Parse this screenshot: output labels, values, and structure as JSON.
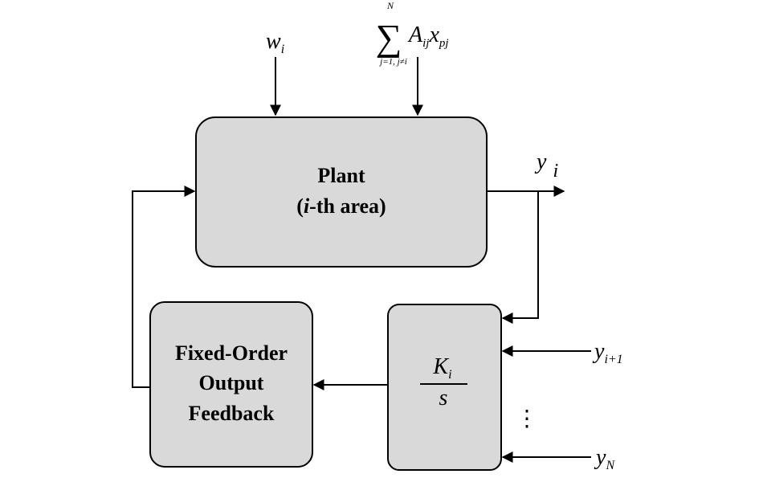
{
  "blocks": {
    "plant": {
      "line1": "Plant",
      "line2_italic": "i",
      "line2_rest": "-th area)",
      "line2_open": "("
    },
    "feedback": {
      "line1": "Fixed-Order",
      "line2": "Output",
      "line3": "Feedback"
    },
    "integrator": {
      "numerator": "K",
      "numerator_sub": "i",
      "denominator": "s"
    }
  },
  "signals": {
    "disturbance": {
      "symbol": "w",
      "sub": "i"
    },
    "coupling": {
      "sum_symbol": "∑",
      "upper_limit": "N",
      "lower_limit": "j=1, j≠i",
      "term_a": "A",
      "term_a_sub": "ij",
      "term_x": "x",
      "term_x_sub": "pj"
    },
    "output": {
      "symbol": "y",
      "sub": "i"
    },
    "neighbor_next": {
      "symbol": "y",
      "sub": "i+1"
    },
    "neighbor_last": {
      "symbol": "y",
      "sub": "N"
    },
    "ellipsis": "⋮"
  }
}
